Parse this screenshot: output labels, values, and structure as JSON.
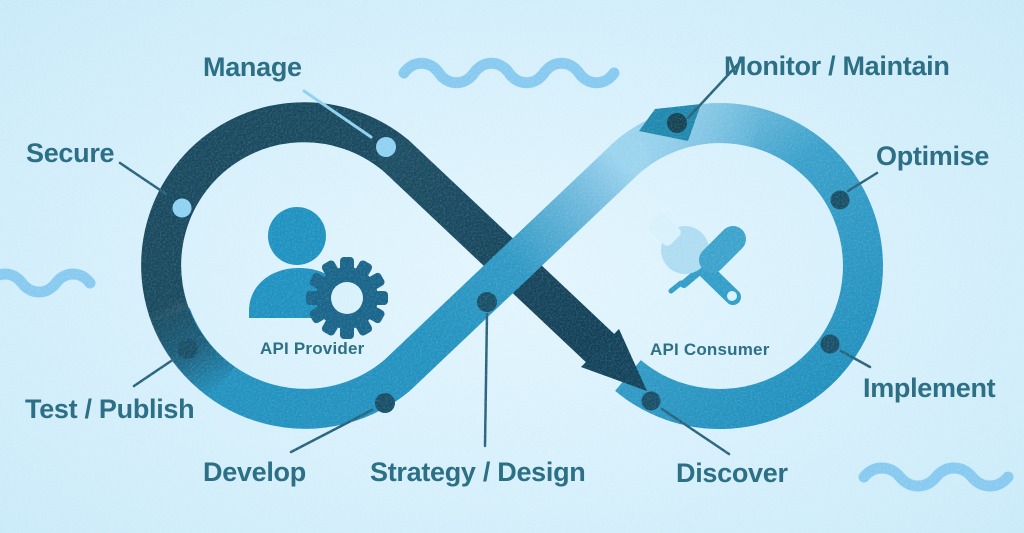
{
  "diagram": {
    "title": "API lifecycle infinity loop",
    "provider": {
      "label": "API Provider",
      "icon": "person-gear-icon"
    },
    "consumer": {
      "label": "API Consumer",
      "icon": "wrench-screwdriver-icon"
    },
    "stages": [
      {
        "id": "secure",
        "label": "Secure"
      },
      {
        "id": "manage",
        "label": "Manage"
      },
      {
        "id": "monitor-maintain",
        "label": "Monitor / Maintain"
      },
      {
        "id": "optimise",
        "label": "Optimise"
      },
      {
        "id": "implement",
        "label": "Implement"
      },
      {
        "id": "discover",
        "label": "Discover"
      },
      {
        "id": "strategy-design",
        "label": "Strategy / Design"
      },
      {
        "id": "develop",
        "label": "Develop"
      },
      {
        "id": "test-publish",
        "label": "Test / Publish"
      }
    ],
    "decorations": [
      "wave-icon",
      "wave-icon",
      "wave-icon"
    ],
    "colors": {
      "background": "#d4effb",
      "loop_dark": "#17485e",
      "loop_cyan": "#2191bf",
      "loop_light": "#9ad3ee",
      "label_text": "#2d7086",
      "dot_light": "#8ed1f2",
      "dot_dark": "#164e66",
      "wave": "#86c9f0",
      "connector_dark": "#26617b",
      "connector_light": "#8fd0f2",
      "icon_person": "#1d91c0",
      "icon_gear": "#176389",
      "icon_tool_pale": "#aedcf1",
      "icon_tool_cyan": "#2f9dc8"
    }
  }
}
